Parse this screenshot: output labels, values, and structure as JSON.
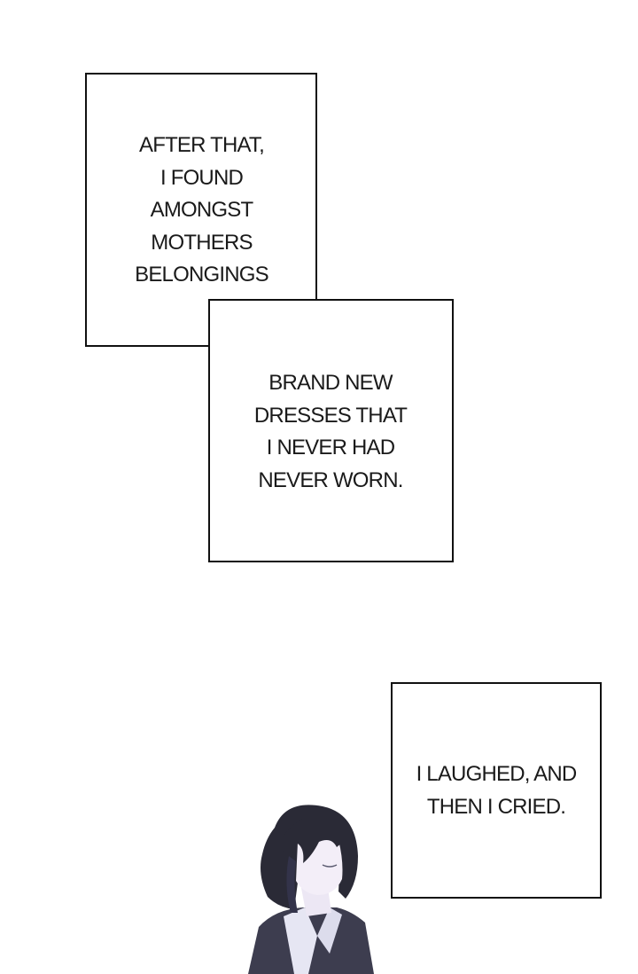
{
  "captions": [
    {
      "id": "caption-1",
      "lines": [
        "AFTER THAT,",
        "I FOUND",
        "AMONGST",
        "MOTHERS",
        "BELONGINGS"
      ]
    },
    {
      "id": "caption-2",
      "lines": [
        "BRAND NEW",
        "DRESSES THAT",
        "I NEVER HAD",
        "NEVER WORN."
      ]
    },
    {
      "id": "caption-3",
      "lines": [
        "I LAUGHED, AND",
        "THEN I CRIED."
      ]
    }
  ],
  "colors": {
    "background": "#ffffff",
    "border": "#111111",
    "text": "#1a1a1a",
    "hair": "#2a2a36",
    "skin": "#f3eef8",
    "jacket": "#3d3d4f",
    "shirt": "#e6e6f3"
  }
}
